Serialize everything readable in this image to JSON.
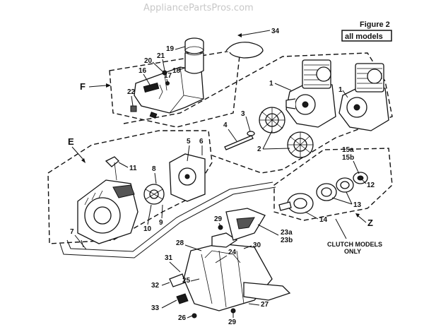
{
  "watermark": "AppliancePartsPros.com",
  "figure": {
    "title": "Figure 2",
    "subtitle": "all models"
  },
  "note": {
    "line1": "CLUTCH MODELS",
    "line2": "ONLY"
  },
  "sections": {
    "E": "E",
    "F": "F",
    "Z": "Z"
  },
  "callouts": {
    "c1a": "1",
    "c1b": "1",
    "c2": "2",
    "c3": "3",
    "c4": "4",
    "c5": "5",
    "c6": "6",
    "c7": "7",
    "c8": "8",
    "c9": "9",
    "c10": "10",
    "c11": "11",
    "c12": "12",
    "c13": "13",
    "c14": "14",
    "c15a": "15a",
    "c15b": "15b",
    "c16": "16",
    "c17": "17",
    "c18": "18",
    "c19": "19",
    "c20": "20",
    "c21": "21",
    "c22": "22",
    "c23a": "23a",
    "c23b": "23b",
    "c24": "24",
    "c25": "25",
    "c26": "26",
    "c27": "27",
    "c28": "28",
    "c29a": "29",
    "c29b": "29",
    "c30": "30",
    "c31": "31",
    "c32": "32",
    "c33": "33",
    "c34": "34"
  }
}
